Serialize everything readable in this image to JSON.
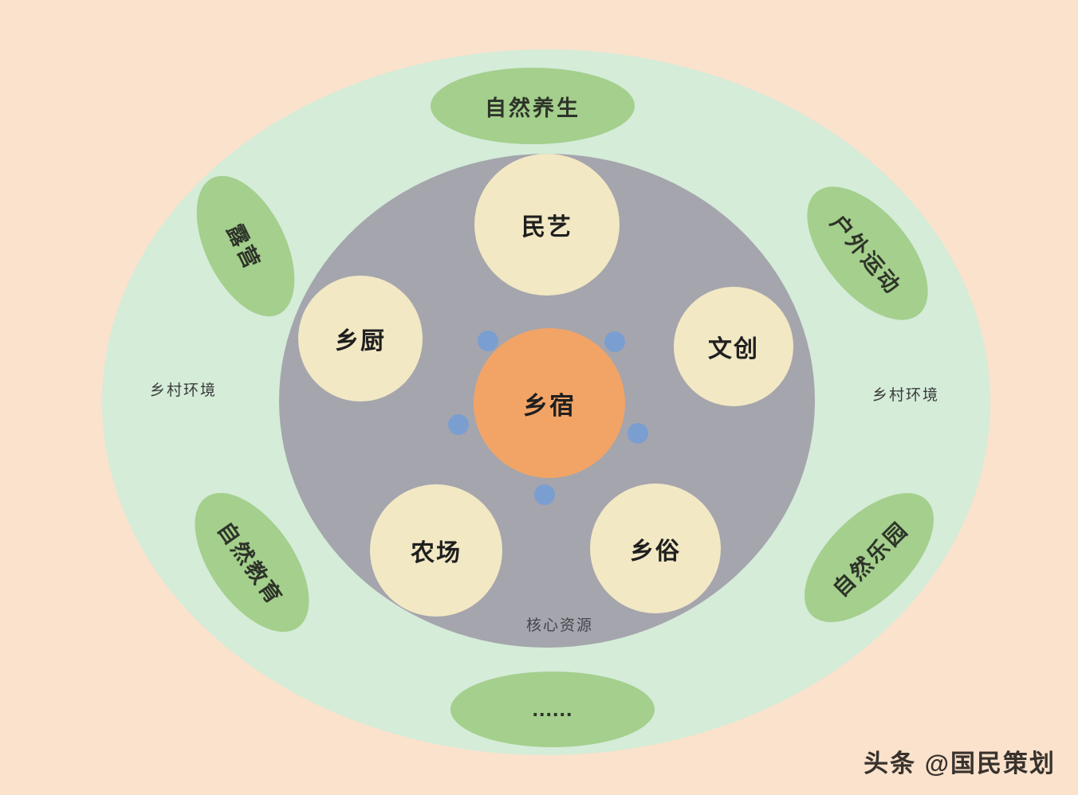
{
  "diagram": {
    "center_label": "乡宿",
    "core_caption": "核心资源",
    "inner_circles": [
      {
        "label": "民艺"
      },
      {
        "label": "乡厨"
      },
      {
        "label": "文创"
      },
      {
        "label": "农场"
      },
      {
        "label": "乡俗"
      }
    ],
    "outer_ellipses": [
      {
        "label": "自然养生"
      },
      {
        "label": "露营"
      },
      {
        "label": "户外运动"
      },
      {
        "label": "自然教育"
      },
      {
        "label": "自然乐园"
      },
      {
        "label": "......"
      }
    ],
    "side_label_left": "乡村环境",
    "side_label_right": "乡村环境"
  },
  "watermark": "头条 @国民策划",
  "colors": {
    "background": "#fbe2cc",
    "outer_ring": "#d4ecd8",
    "leaf_ellipse": "#a4cf8d",
    "core_circle": "#a5a5ad",
    "inner_circle": "#f2e8c4",
    "center_circle": "#f2a466",
    "connector_dot": "#7b9ed1"
  }
}
